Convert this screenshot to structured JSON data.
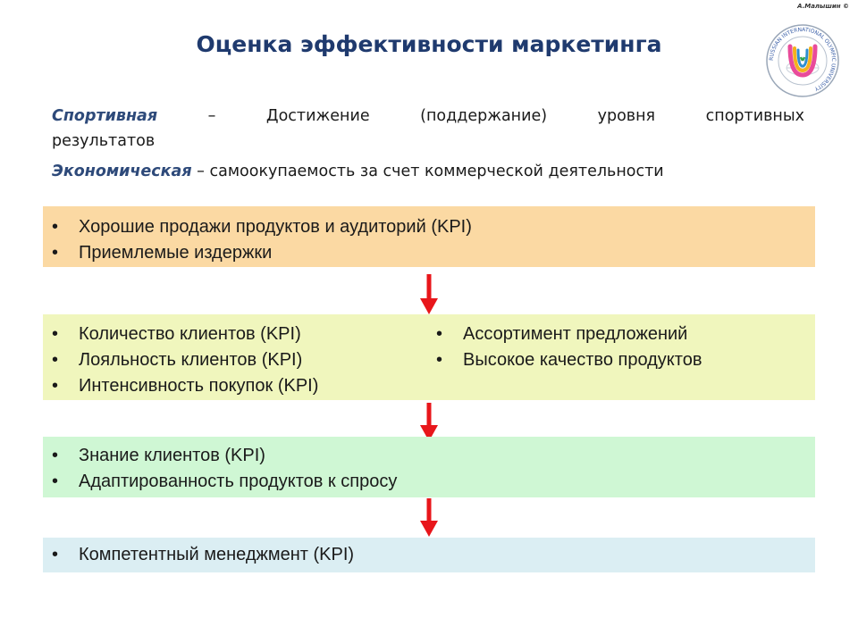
{
  "copyright": "А.Малышин ©",
  "title": "Оценка эффективности маркетинга",
  "logo": {
    "icon": "university-logo-icon",
    "ring_text": "RUSSIAN INTERNATIONAL OLYMPIC UNIVERSITY"
  },
  "intro": {
    "sport_term": "Спортивная",
    "sport_words": [
      "–",
      "Достижение",
      "(поддержание)",
      "уровня",
      "спортивных"
    ],
    "sport_continuation": "результатов",
    "econ_term": "Экономическая",
    "econ_text": " – самоокупаемость за счет коммерческой деятельности"
  },
  "boxes": {
    "box1": {
      "color": "#fbd9a3",
      "items": [
        "Хорошие продажи продуктов и аудиторий (KPI)",
        "Приемлемые издержки"
      ]
    },
    "box2": {
      "color": "#f0f6bd",
      "left_items": [
        "Количество клиентов (KPI)",
        "Лояльность клиентов (KPI)",
        "Интенсивность покупок (KPI)"
      ],
      "right_items": [
        "Ассортимент предложений",
        "Высокое качество продуктов"
      ]
    },
    "box3": {
      "color": "#cff7d4",
      "items": [
        "Знание клиентов (KPI)",
        "Адаптированность  продуктов к спросу"
      ]
    },
    "box4": {
      "color": "#dbeef3",
      "items": [
        "Компетентный менеджмент (KPI)"
      ]
    }
  },
  "arrow_color": "#e8161b"
}
